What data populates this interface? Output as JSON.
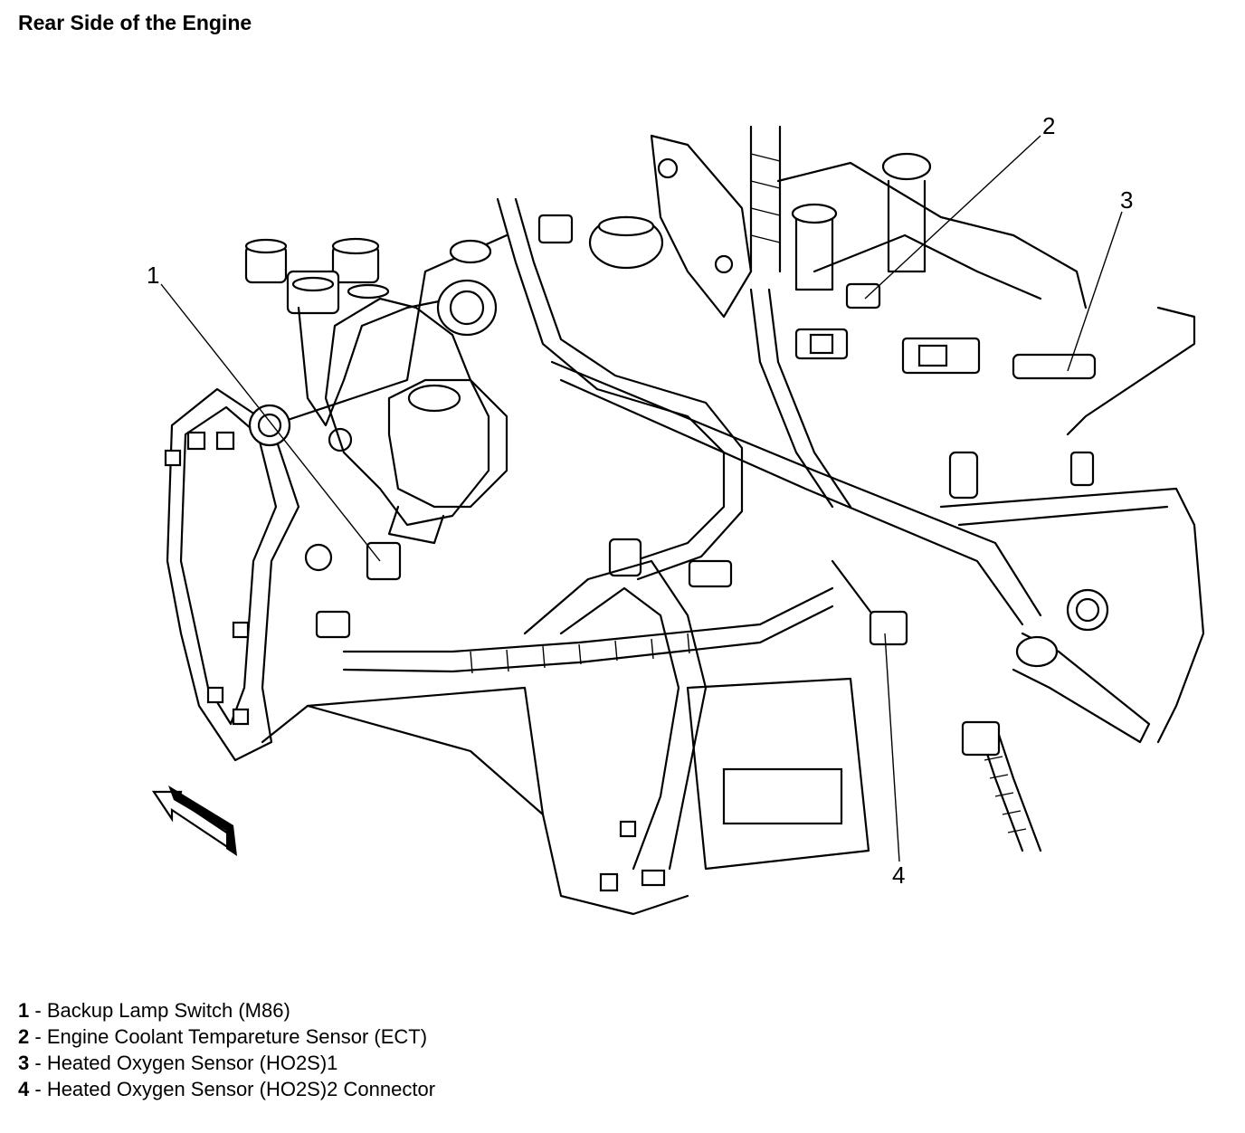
{
  "title": "Rear Side of the Engine",
  "callouts": [
    {
      "number": "1",
      "label": "Backup Lamp Switch (M86)"
    },
    {
      "number": "2",
      "label": "Engine Coolant Tempareture Sensor (ECT)"
    },
    {
      "number": "3",
      "label": "Heated Oxygen Sensor (HO2S)1"
    },
    {
      "number": "4",
      "label": "Heated Oxygen Sensor (HO2S)2 Connector"
    }
  ],
  "separator": " - "
}
